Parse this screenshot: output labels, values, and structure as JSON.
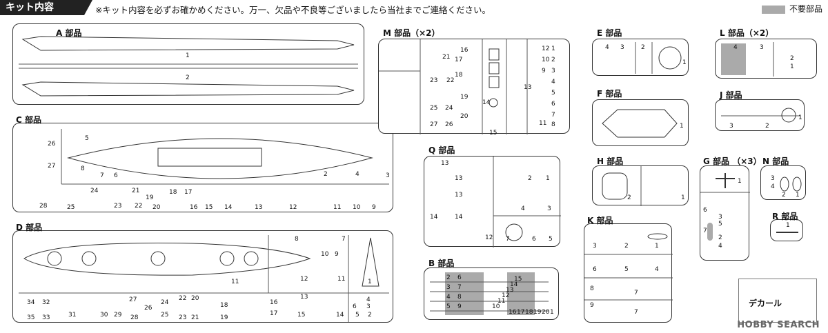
{
  "header": {
    "title": "キット内容",
    "note": "※キット内容を必ずお確かめください。万一、欠品や不良等ございましたら当社までご連絡ください。",
    "legend": "不要部品"
  },
  "parts": {
    "A": {
      "label": "A 部品"
    },
    "C": {
      "label": "C 部品"
    },
    "D": {
      "label": "D 部品"
    },
    "M": {
      "label": "M 部品（×2）"
    },
    "Q": {
      "label": "Q 部品"
    },
    "B": {
      "label": "B 部品"
    },
    "E": {
      "label": "E 部品"
    },
    "F": {
      "label": "F 部品"
    },
    "H": {
      "label": "H 部品"
    },
    "K": {
      "label": "K 部品"
    },
    "L": {
      "label": "L 部品（×2）"
    },
    "J": {
      "label": "J 部品"
    },
    "G": {
      "label": "G 部品 （×3）"
    },
    "N": {
      "label": "N 部品"
    },
    "R": {
      "label": "R 部品"
    }
  },
  "decal": {
    "label": "デカール"
  },
  "watermark": "HOBBY SEARCH",
  "numbers": {
    "A": [
      "1",
      "2"
    ],
    "C": [
      "26",
      "27",
      "28",
      "5",
      "8",
      "7",
      "6",
      "2",
      "4",
      "3",
      "25",
      "24",
      "23",
      "21",
      "19",
      "20",
      "22",
      "18",
      "17",
      "16",
      "15",
      "14",
      "13",
      "12",
      "11",
      "10",
      "9"
    ],
    "D": [
      "11",
      "8",
      "7",
      "10",
      "9",
      "12",
      "11",
      "13",
      "1",
      "34",
      "32",
      "35",
      "33",
      "31",
      "30",
      "29",
      "27",
      "26",
      "28",
      "24",
      "22",
      "20",
      "25",
      "23",
      "21",
      "18",
      "19",
      "16",
      "17",
      "15",
      "14",
      "6",
      "4",
      "3",
      "2",
      "5"
    ],
    "M": [
      "21",
      "16",
      "17",
      "18",
      "19",
      "20",
      "23",
      "22",
      "25",
      "24",
      "27",
      "26",
      "14",
      "13",
      "15",
      "12",
      "10",
      "9",
      "11",
      "1",
      "2",
      "3",
      "4",
      "5",
      "6",
      "7",
      "8"
    ],
    "Q": [
      "13",
      "13",
      "13",
      "14",
      "14",
      "12",
      "2",
      "1",
      "4",
      "3",
      "7",
      "6",
      "5"
    ],
    "B": [
      "2",
      "3",
      "4",
      "5",
      "6",
      "7",
      "8",
      "9",
      "10",
      "11",
      "12",
      "13",
      "14",
      "15",
      "16",
      "17",
      "18",
      "19",
      "20",
      "1"
    ],
    "E": [
      "4",
      "3",
      "2",
      "1"
    ],
    "F": [
      "1"
    ],
    "H": [
      "2",
      "1"
    ],
    "K": [
      "3",
      "2",
      "1",
      "6",
      "5",
      "4",
      "8",
      "7",
      "9",
      "7"
    ],
    "L": [
      "4",
      "3",
      "2",
      "1"
    ],
    "J": [
      "3",
      "2",
      "1"
    ],
    "G": [
      "1",
      "6",
      "3",
      "5",
      "7",
      "2",
      "4"
    ],
    "N": [
      "3",
      "4",
      "2",
      "1"
    ],
    "R": [
      "1"
    ]
  }
}
